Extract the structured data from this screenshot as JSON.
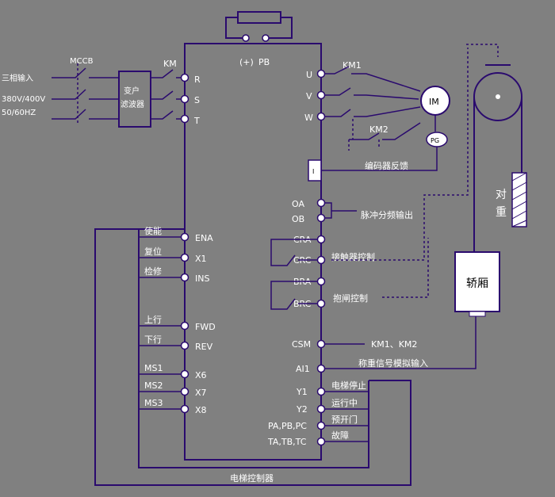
{
  "breaker": {
    "label": "MCCB"
  },
  "power_input": {
    "line1": "三相输入",
    "line2": "380V/400V",
    "line3": "50/60HZ"
  },
  "filter": {
    "line1": "变户",
    "line2": "滤波器"
  },
  "contactor_km": "KM",
  "brake_resistor": {
    "pos_label": "(+)",
    "pb_label": "PB"
  },
  "input_terminals": {
    "r": "R",
    "s": "S",
    "t": "T"
  },
  "output_terminals": {
    "u": "U",
    "v": "V",
    "w": "W"
  },
  "km1": "KM1",
  "km2": "KM2",
  "motor": "IM",
  "encoder": "PG",
  "encoder_feedback": "编码器反馈",
  "pulse_terminals": {
    "oa": "OA",
    "ob": "OB"
  },
  "pulse_output": "脉冲分频输出",
  "cra_crc": {
    "cra": "CRA",
    "crc": "CRC"
  },
  "contactor_control": "接触器控制",
  "bra_brc": {
    "bra": "BRA",
    "brc": "BRC"
  },
  "brake_control": "抱闸控制",
  "csm": {
    "label": "CSM",
    "desc": "KM1、KM2"
  },
  "ai1": {
    "label": "AI1",
    "desc": "称重信号模拟输入"
  },
  "outputs": {
    "y1": "Y1",
    "y1_desc": "电梯停止",
    "y2": "Y2",
    "y2_desc": "运行中",
    "pa": "PA,PB,PC",
    "pa_desc": "预开门",
    "ta": "TA,TB,TC",
    "ta_desc": "故障"
  },
  "inputs": {
    "ena": "ENA",
    "ena_desc": "使能",
    "x1": "X1",
    "x1_desc": "复位",
    "ins": "INS",
    "ins_desc": "检修",
    "fwd": "FWD",
    "fwd_desc": "上行",
    "rev": "REV",
    "rev_desc": "下行",
    "x6": "X6",
    "x6_desc": "MS1",
    "x7": "X7",
    "x7_desc": "MS2",
    "x8": "X8",
    "x8_desc": "MS3"
  },
  "elevator_controller": "电梯控制器",
  "counterweight": {
    "c1": "对",
    "c2": "重"
  },
  "car": "轿厢"
}
